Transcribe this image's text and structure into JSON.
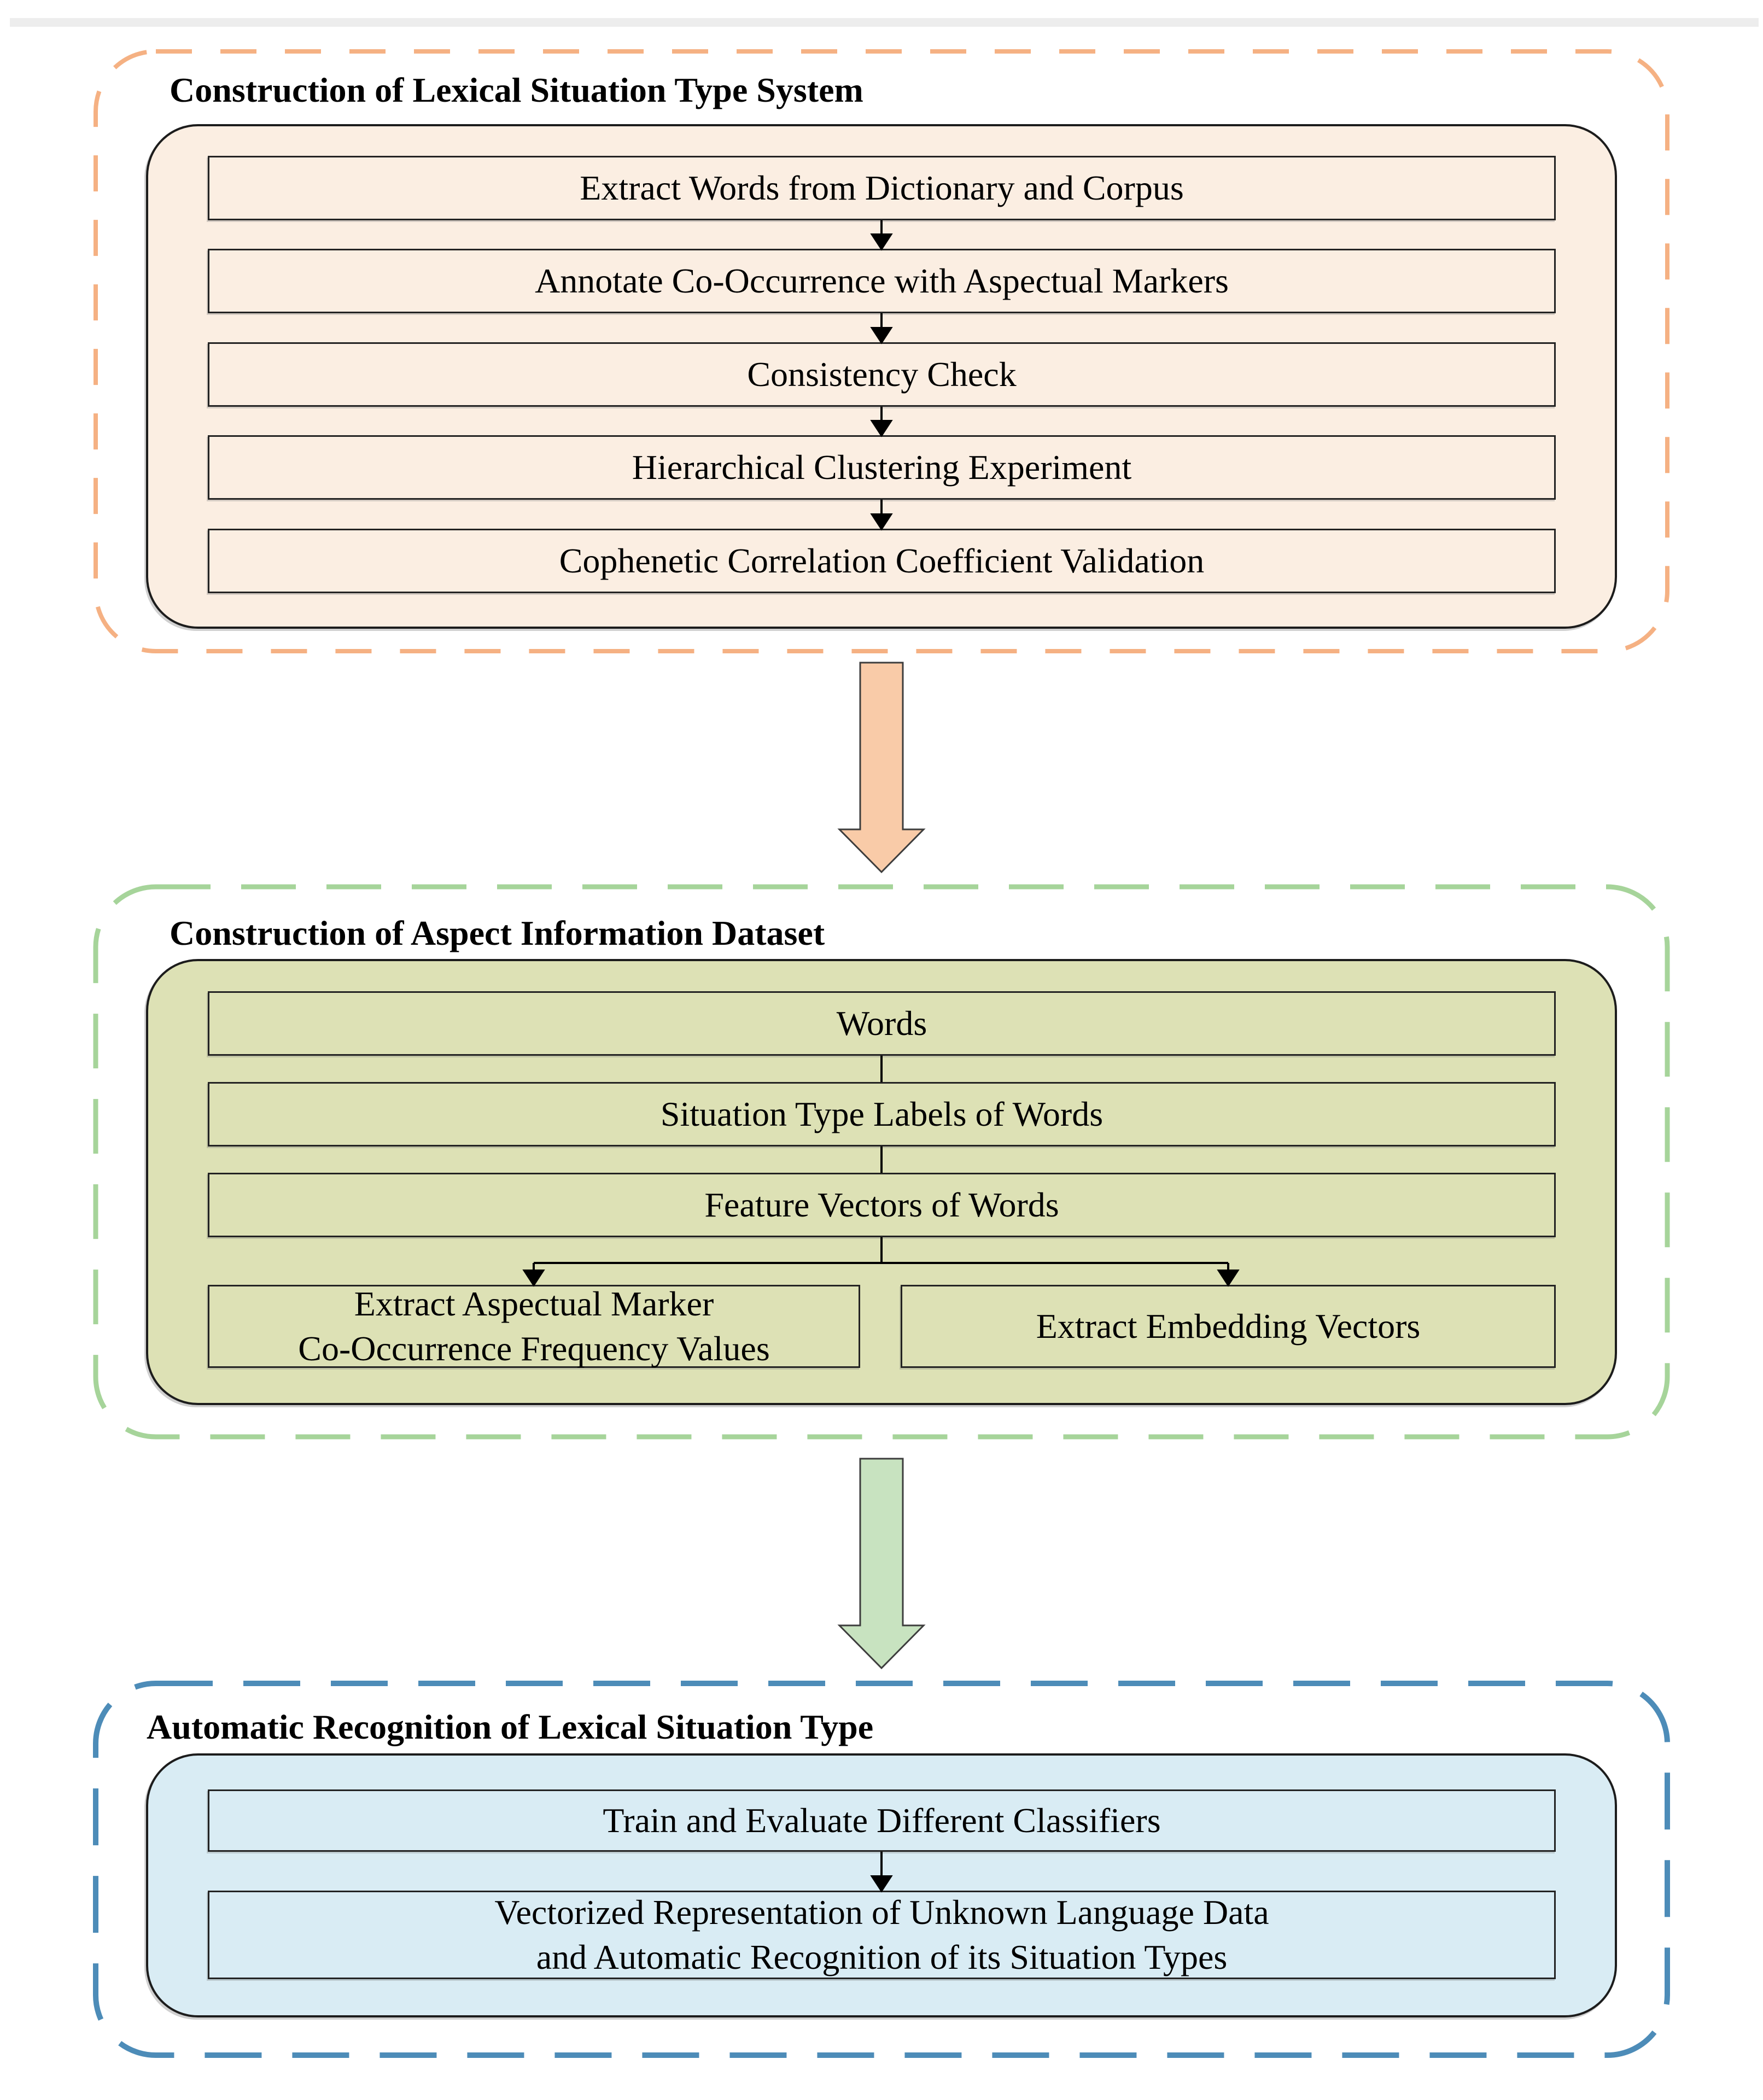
{
  "figure": {
    "top_strip_color": "#ededed",
    "sections": [
      {
        "title": "Construction of Lexical Situation Type System",
        "border_color": "#F5B183",
        "panel_color": "#FBEEE2",
        "steps": [
          "Extract Words from Dictionary and Corpus",
          "Annotate Co-Occurrence with Aspectual Markers",
          "Consistency Check",
          "Hierarchical Clustering Experiment",
          "Cophenetic Correlation Coefficient Validation"
        ]
      },
      {
        "title": "Construction of Aspect Information Dataset",
        "border_color": "#A6D49A",
        "panel_color": "#DDE1B5",
        "stack": [
          "Words",
          "Situation Type Labels of Words",
          "Feature Vectors of Words"
        ],
        "branch_left": {
          "line1": "Extract Aspectual Marker",
          "line2": "Co-Occurrence Frequency Values"
        },
        "branch_right": {
          "line1": "Extract Embedding Vectors"
        }
      },
      {
        "title": "Automatic Recognition of Lexical Situation Type",
        "border_color": "#4D8CB8",
        "panel_color": "#D9ECF4",
        "step1": "Train and Evaluate Different Classifiers",
        "step2_line1": "Vectorized Representation of Unknown Language Data",
        "step2_line2": "and Automatic Recognition of its Situation Types"
      }
    ],
    "arrows": {
      "orange": "#F9CBA8",
      "green": "#C8E3C0",
      "outline": "#3d3d3d"
    }
  }
}
